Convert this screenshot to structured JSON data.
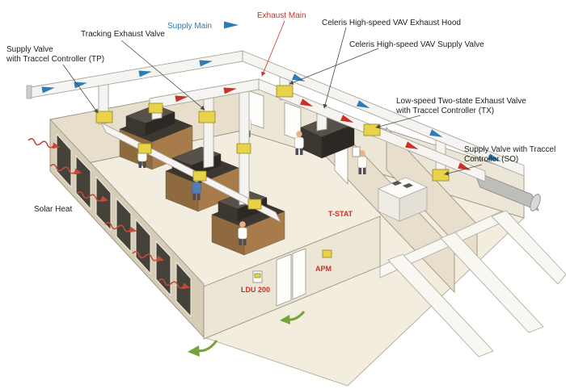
{
  "diagram": {
    "labels": {
      "supply_valve_tp": {
        "line1": "Supply Valve",
        "line2": "with Traccel Controller (TP)"
      },
      "tracking": "Tracking Exhaust Valve",
      "supply_main": "Supply Main",
      "exhaust_main": "Exhaust Main",
      "celeris_hood": "Celeris High-speed VAV Exhaust Hood",
      "celeris_supply": "Celeris High-speed VAV Supply Valve",
      "tx": {
        "line1": "Low-speed Two-state Exhaust Valve",
        "line2": "with Traccel Controller (TX)"
      },
      "so": {
        "line1": "Supply Valve with Traccel",
        "line2": "Controller (SO)"
      },
      "solar_heat": "Solar Heat",
      "t_stat": "T-STAT",
      "ldu": "LDU 200",
      "apm": "APM"
    },
    "colors": {
      "supply": "#2e7cb5",
      "exhaust": "#cc2f26",
      "valve": "#e8d24a",
      "wall": "#e7dfcc",
      "wallshade": "#d6cdb6",
      "wall2": "#ece6d6",
      "floor": "#f2edde",
      "bench": "#a87c4a",
      "solar": "#c64a3a",
      "green": "#76a23c",
      "label": "#1d1d1d"
    }
  }
}
